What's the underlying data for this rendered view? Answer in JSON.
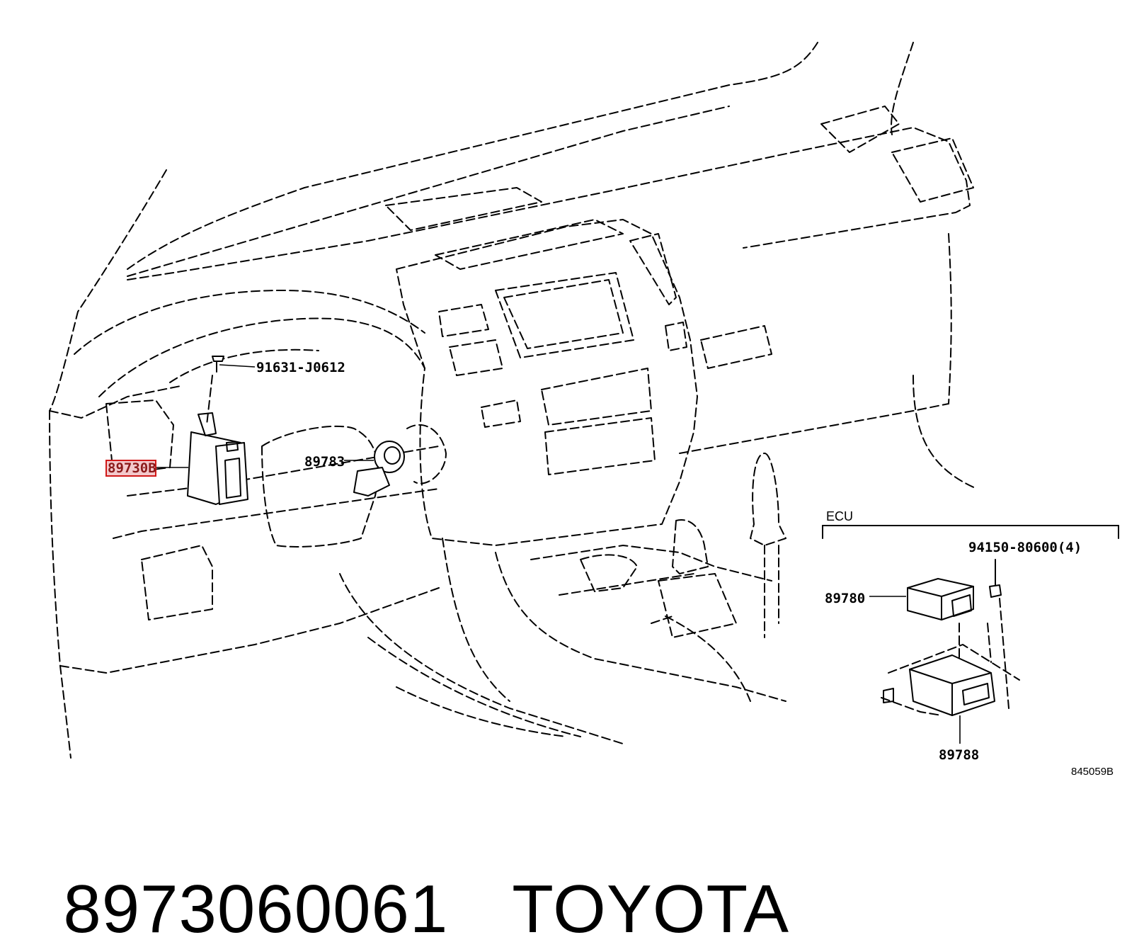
{
  "diagram": {
    "labels": {
      "part_89730b": "89730B",
      "part_91631": "91631-J0612",
      "part_89783": "89783",
      "ecu_group": "ECU",
      "part_94150": "94150-80600(4)",
      "part_89780": "89780",
      "part_89788": "89788",
      "drawing_code": "845059B"
    },
    "highlight_color": "#d01818"
  },
  "caption": {
    "part_number": "8973060061",
    "brand": "TOYOTA"
  }
}
